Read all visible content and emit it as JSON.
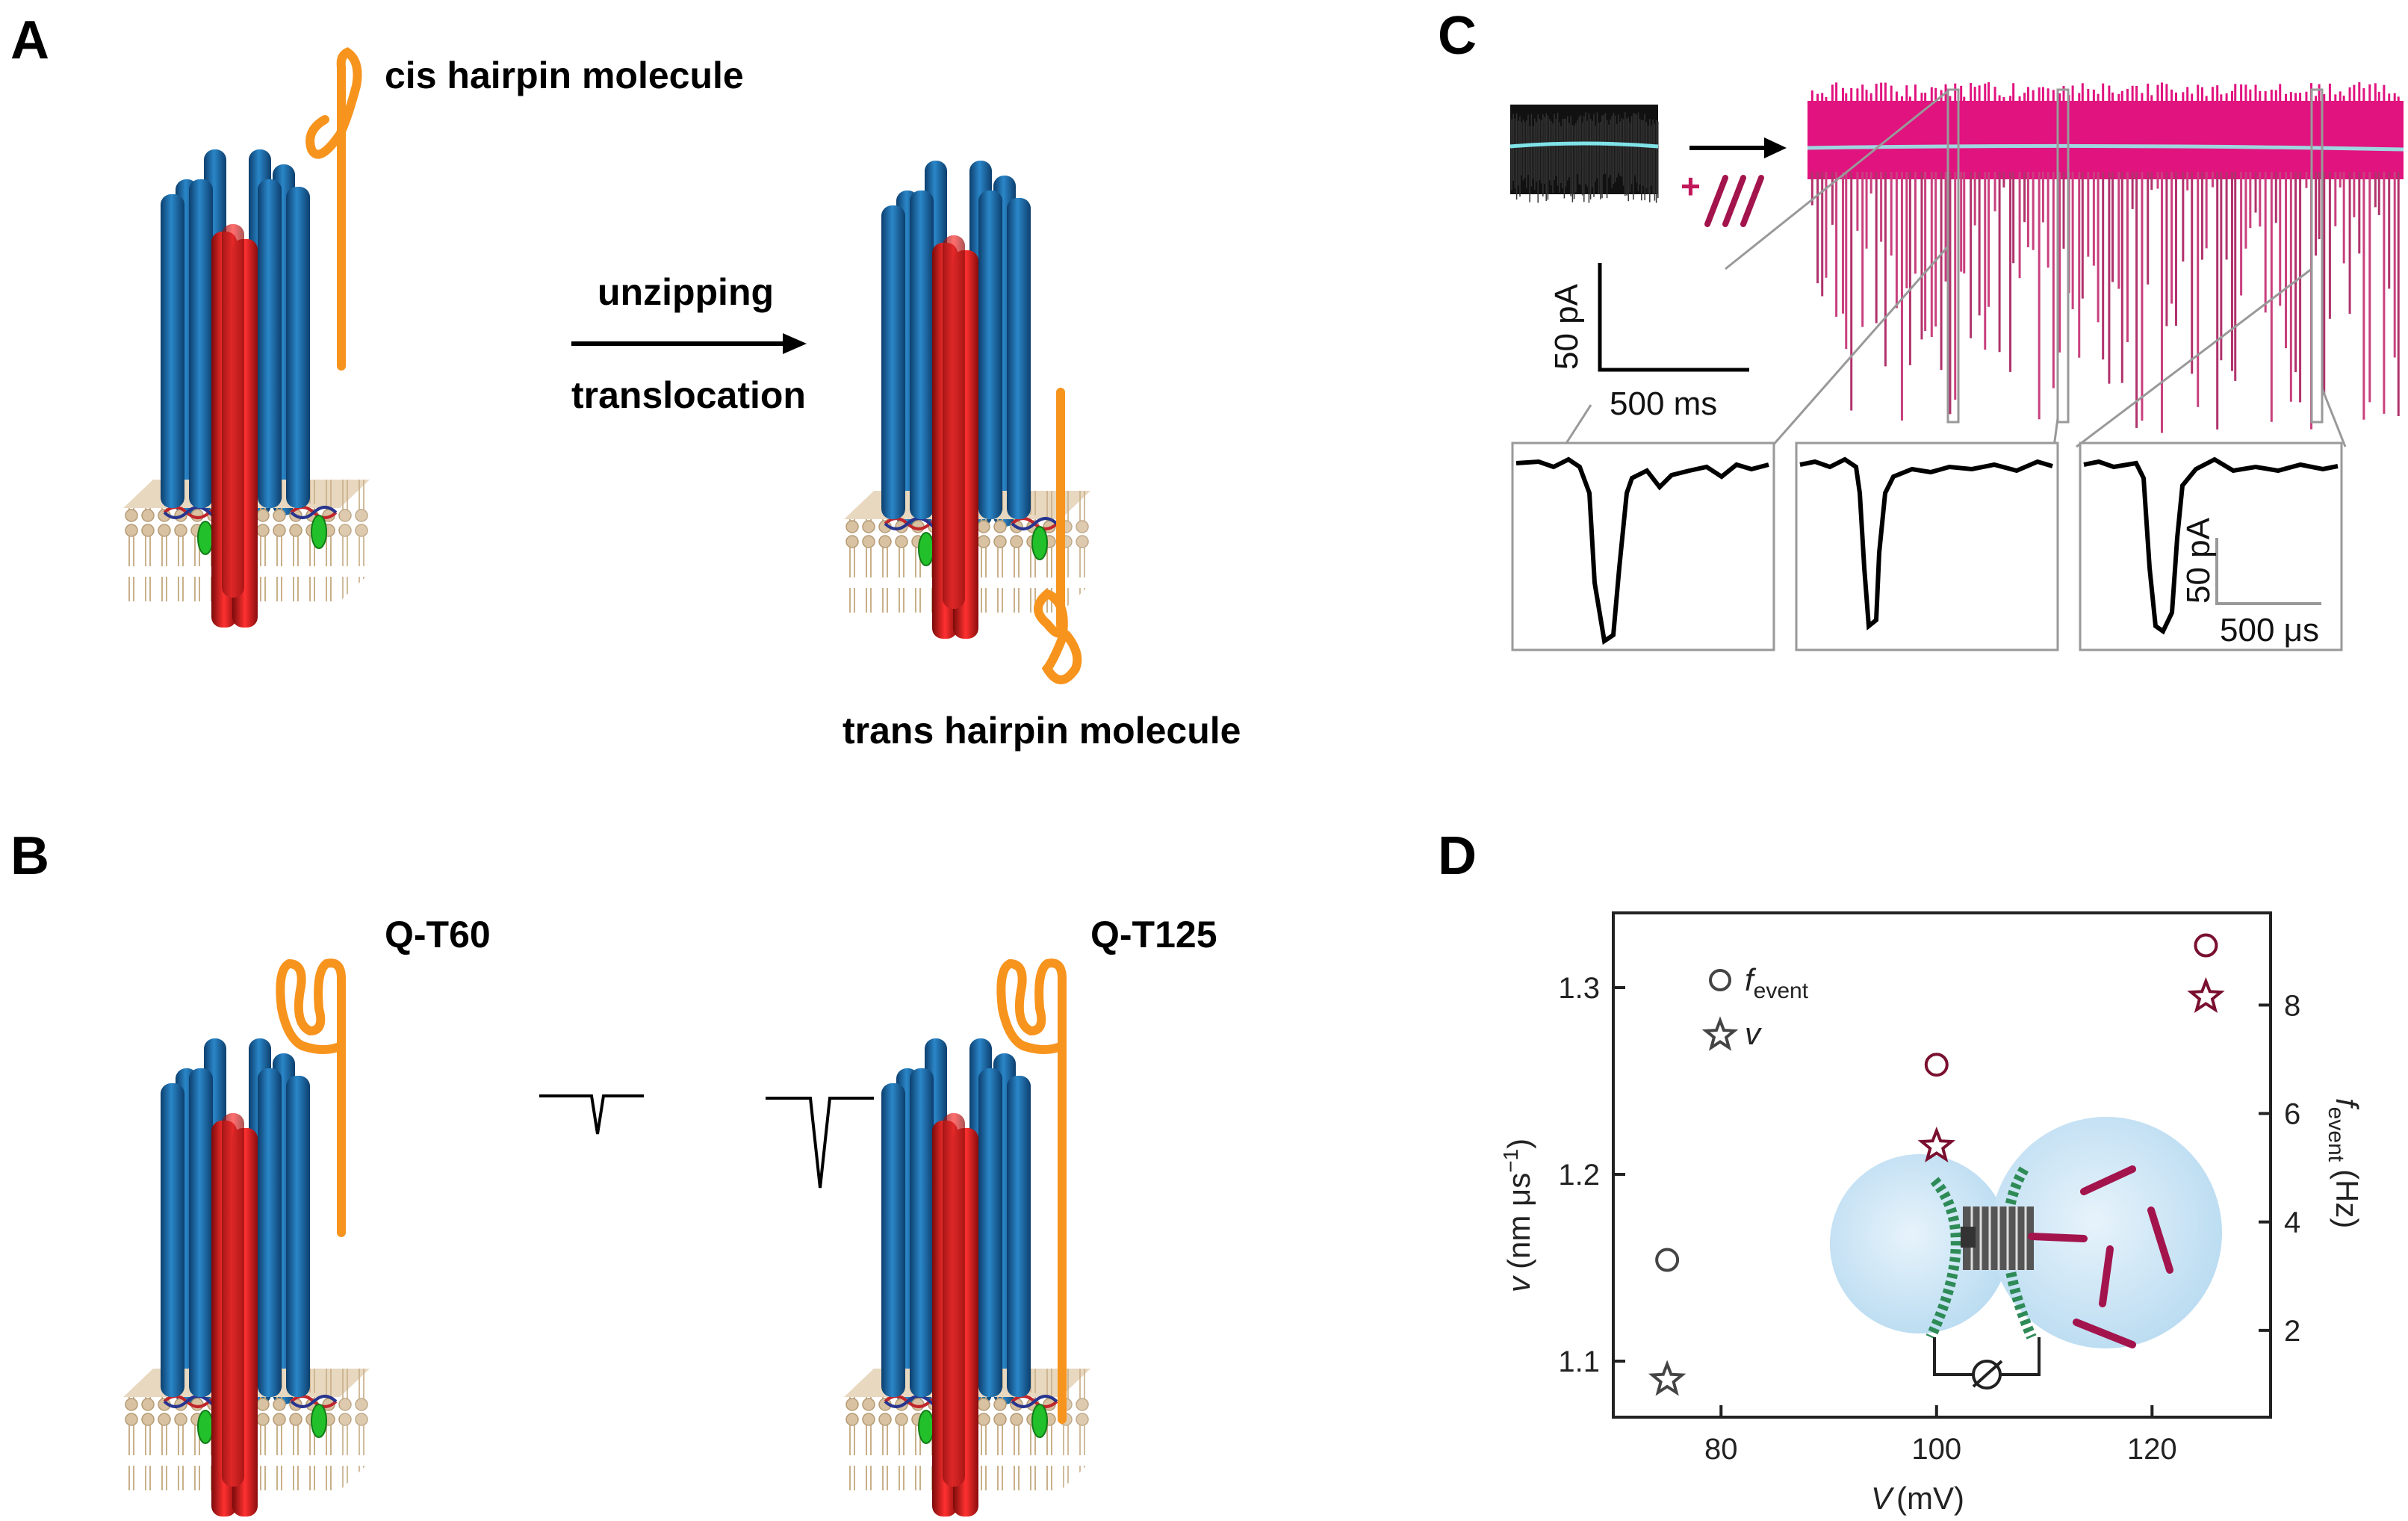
{
  "panels": {
    "A": {
      "label": "A",
      "cis_label": "cis hairpin molecule",
      "arrow_top": "unzipping",
      "arrow_bottom": "translocation",
      "trans_label": "trans hairpin molecule"
    },
    "B": {
      "label": "B",
      "left_label": "Q-T60",
      "right_label": "Q-T125"
    },
    "C": {
      "label": "C",
      "plus": "+",
      "scale_y": "50 pA",
      "scale_x": "500 ms",
      "inset_scale_y": "50 pA",
      "inset_scale_x": "500 μs"
    },
    "D": {
      "label": "D"
    }
  },
  "colors": {
    "helix_blue": "#1f6fb0",
    "core_red": "#e01b1b",
    "strand_orange": "#f7941d",
    "trace_magenta": "#d4127a",
    "marker_dark": "#7a1030",
    "vesicle": "#cfe6f5"
  },
  "chart_data": {
    "type": "scatter",
    "xlabel_symbol": "V",
    "xlabel_unit": "(mV)",
    "ylabel_left_symbol": "v",
    "ylabel_left_unit": "(nm μs",
    "ylabel_left_exp": "−1",
    "ylabel_left_close": ")",
    "ylabel_right_symbol": "f",
    "ylabel_right_sub": "event",
    "ylabel_right_unit": "(Hz)",
    "x_ticks": [
      "80",
      "100",
      "120"
    ],
    "y_left_ticks": [
      "1.1",
      "1.2",
      "1.3"
    ],
    "y_right_ticks": [
      "2",
      "4",
      "6",
      "8"
    ],
    "xlim": [
      70,
      131
    ],
    "ylim_left": [
      1.07,
      1.34
    ],
    "ylim_right": [
      0.4,
      9.7
    ],
    "legend_placement": "top-left",
    "series": [
      {
        "name": "f",
        "name_sub": "event",
        "marker": "circle",
        "axis": "right",
        "x": [
          75,
          100,
          125
        ],
        "y": [
          3.3,
          6.9,
          9.1
        ]
      },
      {
        "name": "v",
        "marker": "star",
        "axis": "left",
        "x": [
          75,
          100,
          125
        ],
        "y": [
          1.09,
          1.215,
          1.295
        ]
      }
    ],
    "inset_example_traces": [
      {
        "name": "Q-T60",
        "depth": 0.45
      },
      {
        "name": "Q-T125",
        "depth": 1.0
      }
    ]
  }
}
